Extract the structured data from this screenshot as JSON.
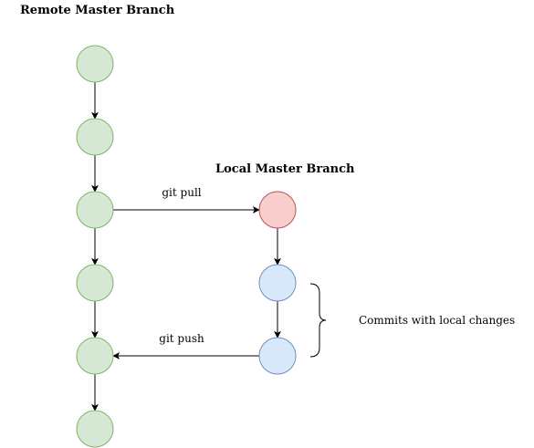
{
  "diagram": {
    "remote_title": "Remote Master Branch",
    "local_title": "Local Master Branch",
    "pull_label": "git pull",
    "push_label": "git push",
    "brace_label": "Commits with local changes"
  },
  "colors": {
    "remote_fill": "#d5e8d4",
    "remote_stroke": "#82b366",
    "local_head_fill": "#f8cecc",
    "local_head_stroke": "#b85450",
    "local_fill": "#dae8fc",
    "local_stroke": "#6c8ebf",
    "edge": "#000000"
  },
  "nodes": [
    {
      "id": "r1",
      "branch": "remote",
      "kind": "remote"
    },
    {
      "id": "r2",
      "branch": "remote",
      "kind": "remote"
    },
    {
      "id": "r3",
      "branch": "remote",
      "kind": "remote"
    },
    {
      "id": "r4",
      "branch": "remote",
      "kind": "remote"
    },
    {
      "id": "r5",
      "branch": "remote",
      "kind": "remote"
    },
    {
      "id": "r6",
      "branch": "remote",
      "kind": "remote"
    },
    {
      "id": "l1",
      "branch": "local",
      "kind": "local_head"
    },
    {
      "id": "l2",
      "branch": "local",
      "kind": "local"
    },
    {
      "id": "l3",
      "branch": "local",
      "kind": "local"
    }
  ],
  "edges": [
    {
      "from": "r1",
      "to": "r2"
    },
    {
      "from": "r2",
      "to": "r3"
    },
    {
      "from": "r3",
      "to": "r4"
    },
    {
      "from": "r4",
      "to": "r5"
    },
    {
      "from": "r5",
      "to": "r6"
    },
    {
      "from": "r3",
      "to": "l1",
      "label": "git pull"
    },
    {
      "from": "l1",
      "to": "l2"
    },
    {
      "from": "l2",
      "to": "l3"
    },
    {
      "from": "l3",
      "to": "r5",
      "label": "git push"
    }
  ]
}
